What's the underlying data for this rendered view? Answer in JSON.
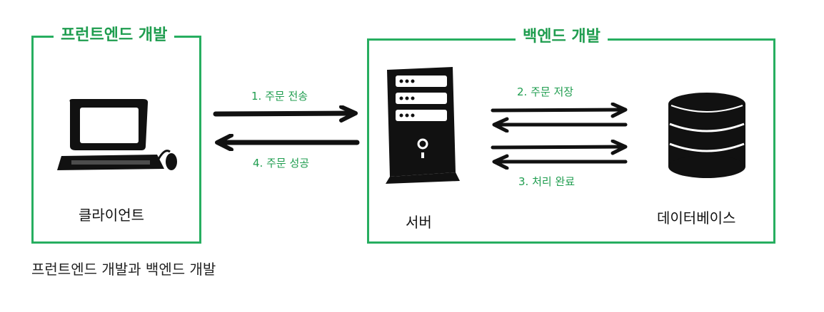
{
  "frontend": {
    "title": "프런트엔드 개발",
    "node_label": "클라이언트"
  },
  "backend": {
    "title": "백엔드 개발",
    "server_label": "서버",
    "db_label": "데이터베이스"
  },
  "flows": {
    "step1": "1. 주문 전송",
    "step2": "2. 주문 저장",
    "step3": "3. 처리 완료",
    "step4": "4. 주문 성공"
  },
  "caption": "프런트엔드 개발과 백엔드 개발",
  "colors": {
    "accent": "#27ae60",
    "ink": "#111111"
  }
}
